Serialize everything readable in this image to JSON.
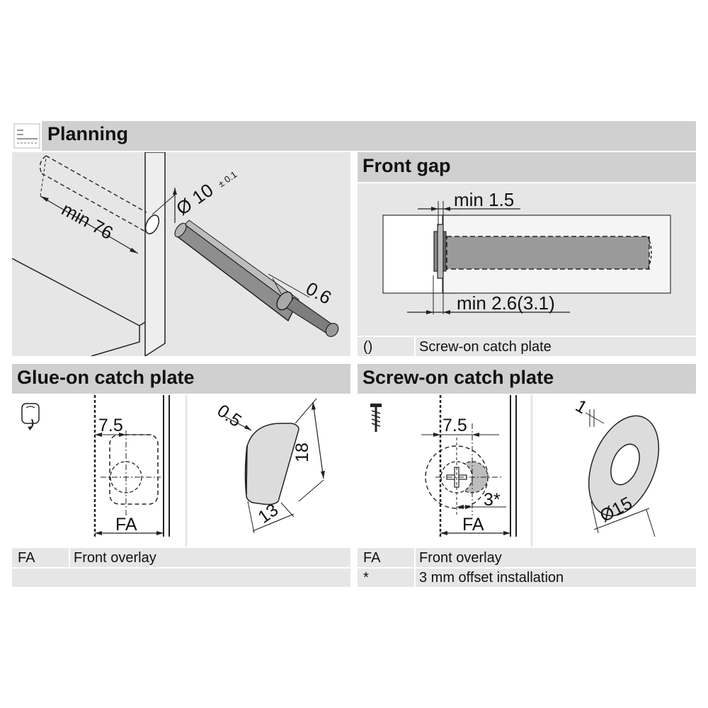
{
  "header": {
    "title": "Planning",
    "icon": "planning-icon"
  },
  "planning": {
    "dim_depth": "min 76",
    "dim_diameter": "Ø 10",
    "dim_tolerance": "± 0.1",
    "dim_collar": "0.6"
  },
  "front_gap": {
    "title": "Front gap",
    "dim_top": "min 1.5",
    "dim_bottom": "min 2.6(3.1)",
    "legend": [
      {
        "key": "()",
        "text": "Screw-on catch plate"
      }
    ]
  },
  "glue_on": {
    "title": "Glue-on catch plate",
    "icon": "glue-icon",
    "dim_offset": "7.5",
    "dim_fa": "FA",
    "dim_thickness": "0.5",
    "dim_height": "18",
    "dim_width": "13",
    "legend": [
      {
        "key": "FA",
        "text": "Front overlay"
      }
    ]
  },
  "screw_on": {
    "title": "Screw-on catch plate",
    "icon": "screw-icon",
    "dim_offset": "7.5",
    "dim_fa": "FA",
    "dim_shift": "3*",
    "dim_thickness": "1",
    "dim_diameter": "Ø15",
    "legend": [
      {
        "key": "FA",
        "text": "Front overlay"
      },
      {
        "key": "*",
        "text": "3 mm offset installation"
      }
    ]
  },
  "colors": {
    "band": "#d0d0d0",
    "panel": "#e6e6e6",
    "part_gray": "#9a9a9a",
    "line": "#111111"
  }
}
